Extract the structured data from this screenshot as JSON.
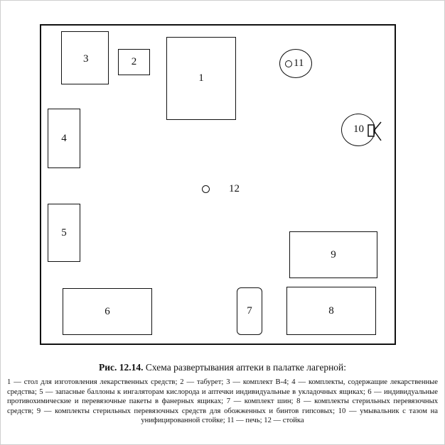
{
  "diagram": {
    "items": {
      "i1": "1",
      "i2": "2",
      "i3": "3",
      "i4": "4",
      "i5": "5",
      "i6": "6",
      "i7": "7",
      "i8": "8",
      "i9": "9",
      "i10": "10",
      "i11": "11",
      "i12": "12"
    }
  },
  "caption": {
    "figure_label": "Рис. 12.14.",
    "title": "Схема развертывания аптеки в палатке лагерной:"
  },
  "legend": {
    "text": "1 — стол для изготовления лекарственных средств; 2 — табурет; 3 — комплект В-4; 4 — комплекты, содержащие лекарственные средства; 5 — запасные баллоны к ингаляторам кислорода и аптечки индивидуальные в укладочных ящиках; 6 — индивидуальные противохимические и перевязочные пакеты в фанерных ящиках; 7 — комплект шин; 8 — комплекты стерильных перевязочных средств; 9 — комплекты стерильных перевязочных средств для обожженных и бинтов гипсовых; 10 — умывальник с тазом на унифицированной стойке; 11 — печь; 12 — стойка"
  }
}
